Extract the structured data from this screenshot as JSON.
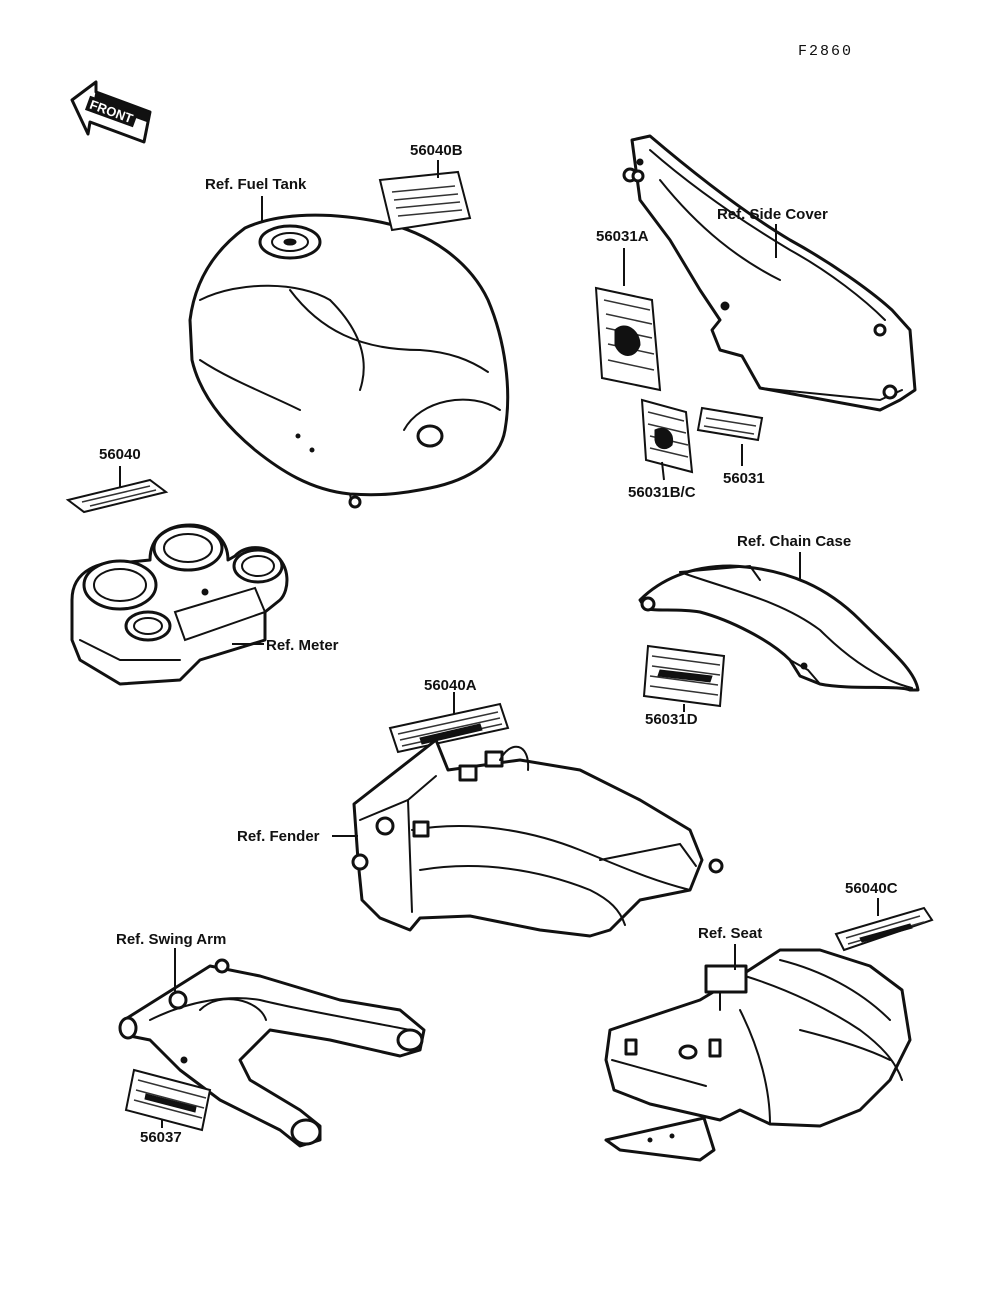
{
  "diagram_code": "F2860",
  "front_arrow": "FRONT",
  "labels": {
    "fuel_tank": "Ref. Fuel Tank",
    "p56040B": "56040B",
    "side_cover": "Ref. Side Cover",
    "p56031A": "56031A",
    "p56040": "56040",
    "p56031BC": "56031B/C",
    "p56031": "56031",
    "chain_case": "Ref. Chain Case",
    "meter": "Ref. Meter",
    "p56040A": "56040A",
    "p56031D": "56031D",
    "fender": "Ref. Fender",
    "p56040C": "56040C",
    "swing_arm": "Ref. Swing Arm",
    "seat": "Ref. Seat",
    "p56037": "56037"
  }
}
